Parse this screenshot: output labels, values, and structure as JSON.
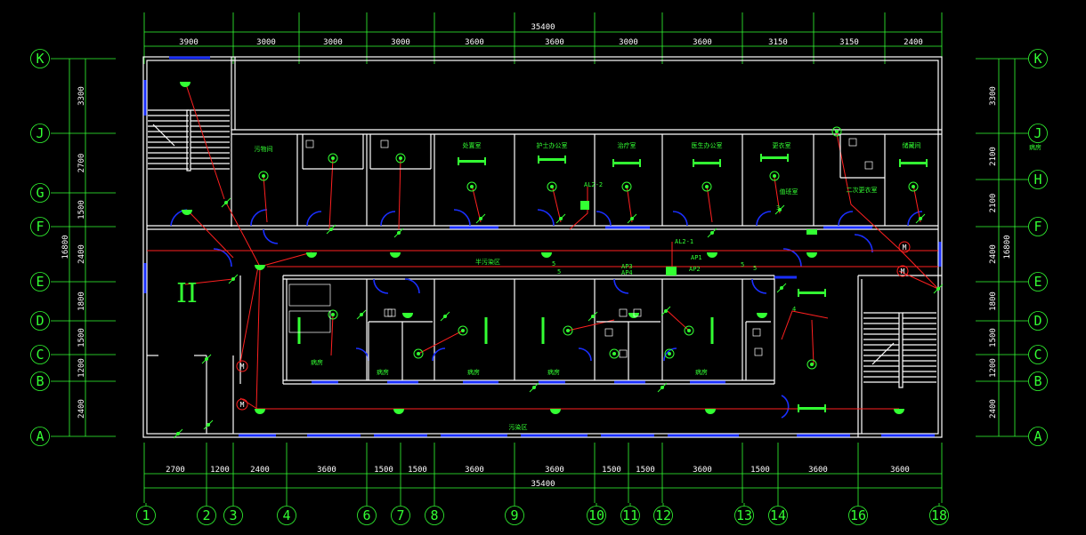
{
  "drawing": {
    "top_total": "35400",
    "bottom_total": "35400",
    "left_total": "16800",
    "right_total": "16800",
    "top_dims": [
      "3900",
      "3000",
      "3000",
      "3000",
      "3600",
      "3600",
      "3000",
      "3600",
      "3150",
      "3150",
      "2400"
    ],
    "bottom_dims": [
      "2700",
      "1200",
      "2400",
      "3600",
      "1500",
      "1500",
      "3600",
      "3600",
      "1500",
      "1500",
      "3600",
      "1500",
      "3600",
      "3600"
    ],
    "left_dims": [
      "3300",
      "2700",
      "1500",
      "2400",
      "1800",
      "1500",
      "1200",
      "2400"
    ],
    "right_dims": [
      "3300",
      "2100",
      "2100",
      "2400",
      "1800",
      "1500",
      "1200",
      "2400"
    ],
    "left_rows": [
      "K",
      "J",
      "G",
      "F",
      "E",
      "D",
      "C",
      "B",
      "A"
    ],
    "right_rows": [
      "K",
      "J",
      "H",
      "F",
      "E",
      "D",
      "C",
      "B",
      "A"
    ],
    "columns": [
      "1",
      "2",
      "3",
      "4",
      "6",
      "7",
      "8",
      "9",
      "10",
      "11",
      "12",
      "13",
      "14",
      "16",
      "18"
    ],
    "roman": "II",
    "labels": {
      "top_left_room": "污物间",
      "r1": "处置室",
      "r2": "护士办公室",
      "r3": "治疗室",
      "r4": "医生办公室",
      "r5": "更衣室",
      "r6": "值班室",
      "r6b": "二次更衣室",
      "r7": "储藏间",
      "r8": "病房",
      "corridor": "半污染区",
      "bottom_corridor": "污染区",
      "ward_label": "病房",
      "w1": "病房",
      "w2": "病房",
      "w3": "病房",
      "w4": "病房",
      "w5": "病房",
      "al22": "AL2-2",
      "al21": "AL2-1",
      "ap1": "AP1",
      "ap2": "AP2",
      "ap3": "AP3",
      "ap4": "AP4",
      "n5a": "5",
      "n5b": "5",
      "n5c": "5",
      "n5d": "5",
      "n3": "3",
      "n4": "4",
      "m": "M"
    }
  }
}
